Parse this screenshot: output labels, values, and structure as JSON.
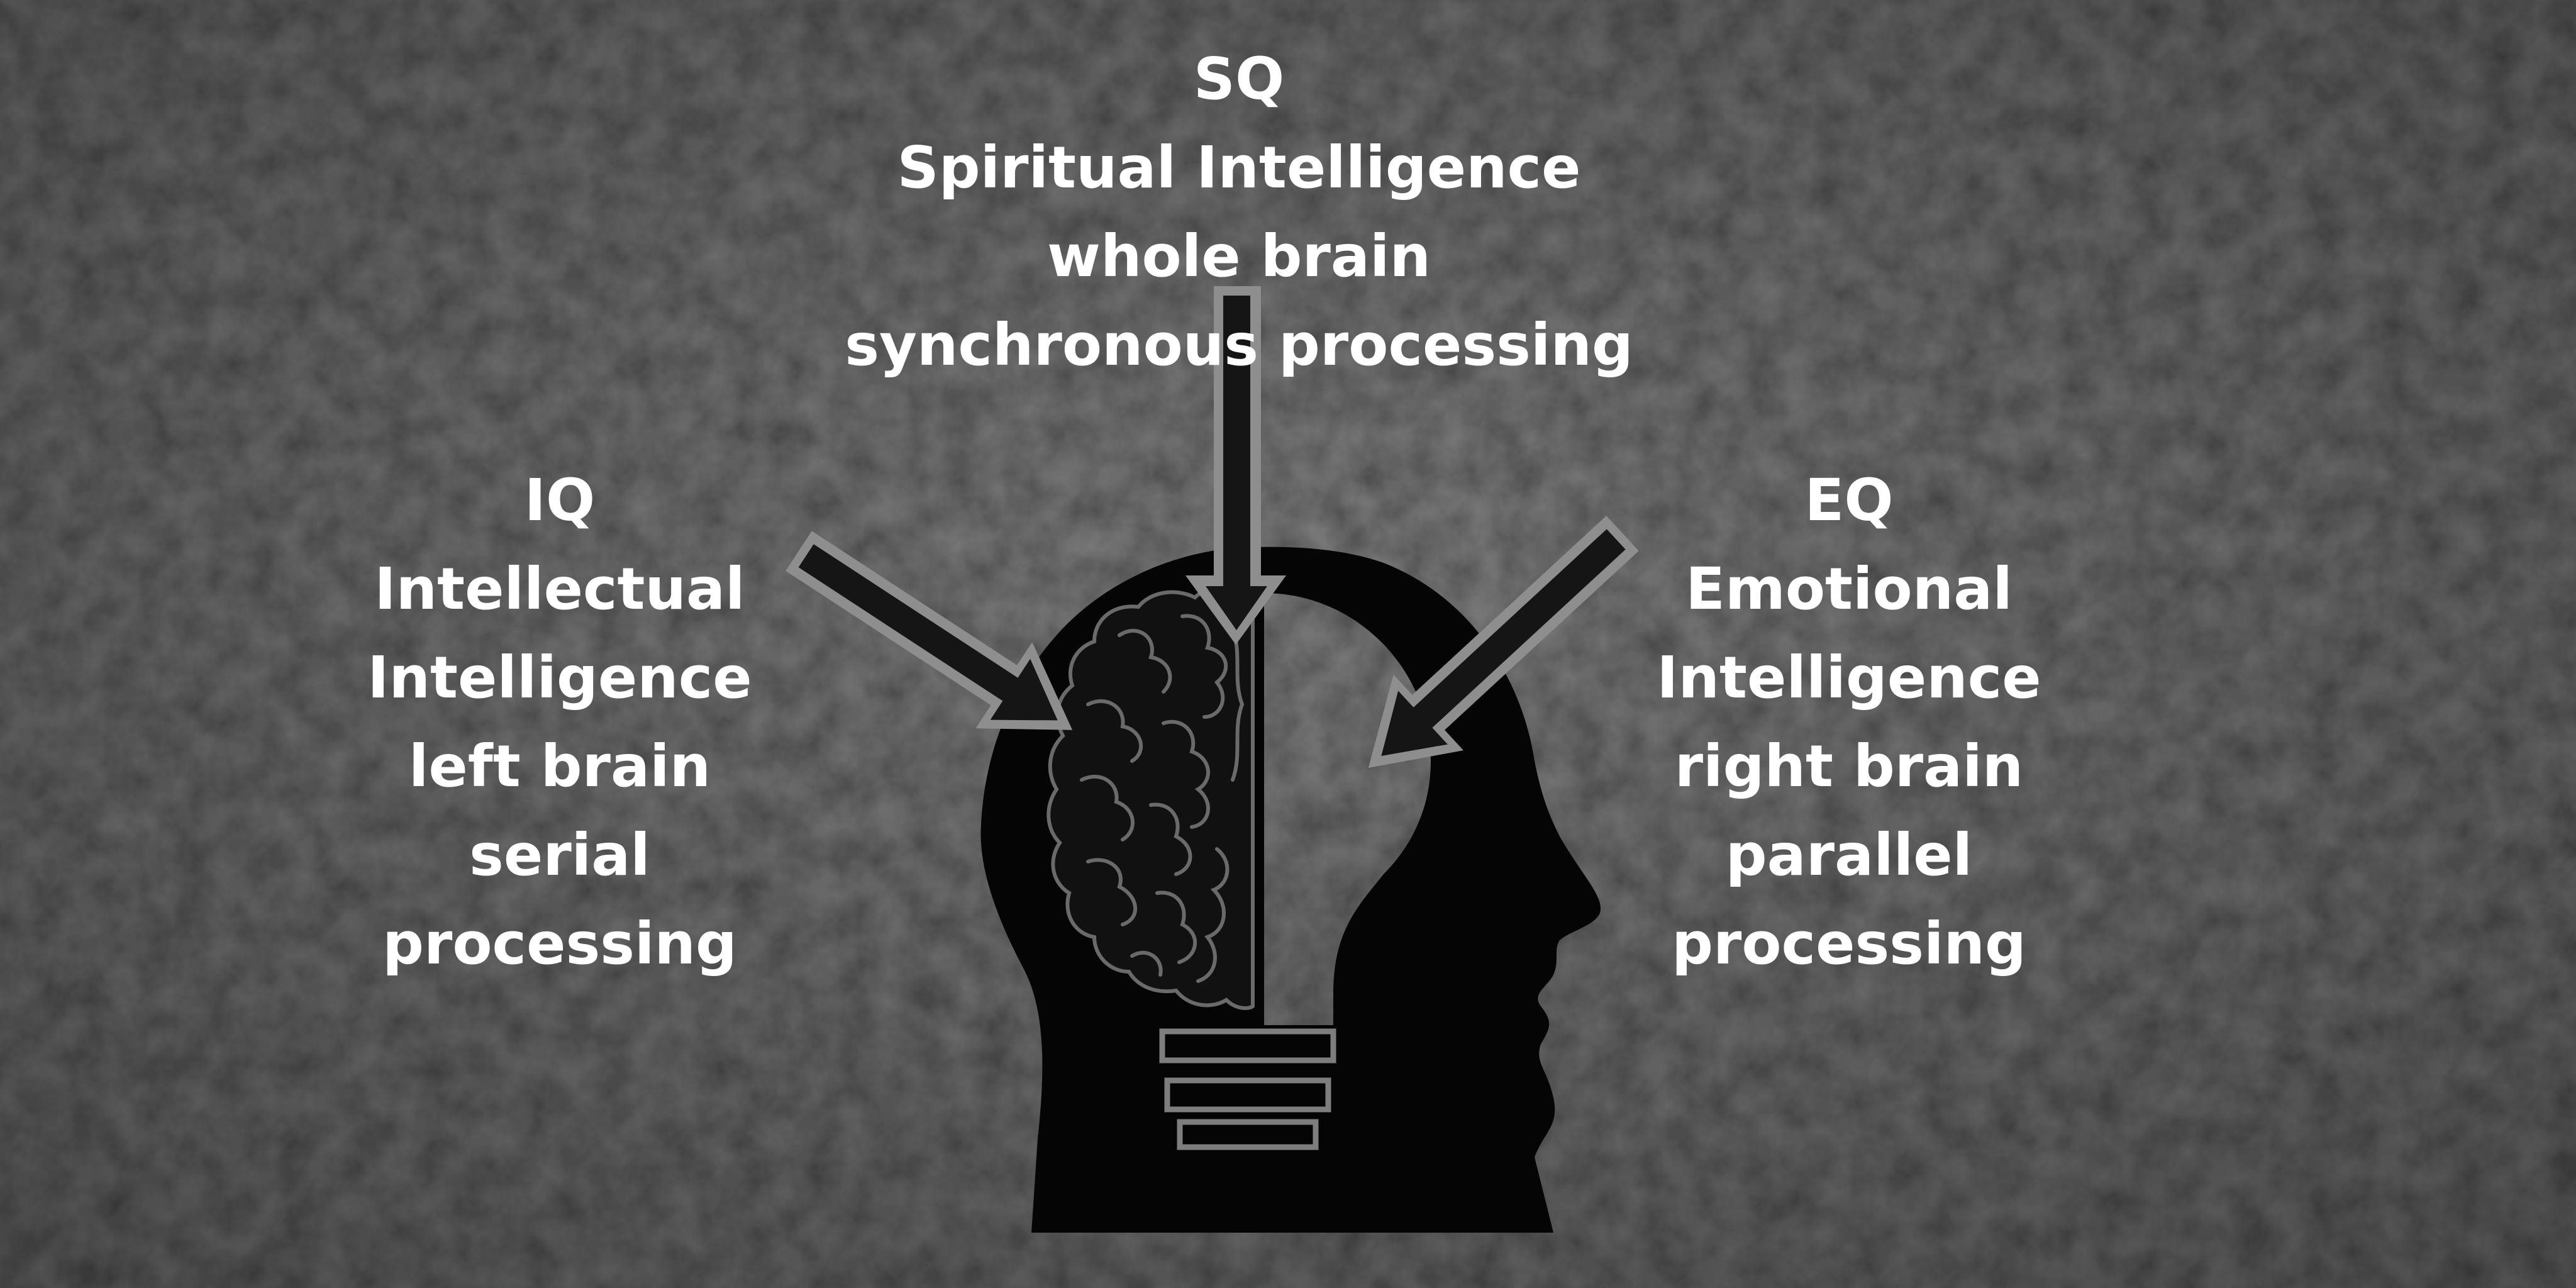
{
  "colors": {
    "background": "#4a4a4a",
    "silhouette": "#050505",
    "arrow_outline": "#8e8e8e",
    "brain_lines": "#6a6a6a",
    "text": "#ffffff"
  },
  "labels": {
    "sq": {
      "code": "SQ",
      "name": "Spiritual Intelligence",
      "region": "whole brain",
      "mode": "synchronous processing"
    },
    "iq": {
      "code": "IQ",
      "name_line1": "Intellectual",
      "name_line2": "Intelligence",
      "region": "left brain",
      "mode_line1": "serial",
      "mode_line2": "processing"
    },
    "eq": {
      "code": "EQ",
      "name_line1": "Emotional",
      "name_line2": "Intelligence",
      "region": "right brain",
      "mode_line1": "parallel",
      "mode_line2": "processing"
    }
  },
  "icons": {
    "head": "head-with-lightbulb-icon",
    "brain": "brain-icon",
    "arrows": [
      "arrow-down-icon",
      "arrow-down-right-icon",
      "arrow-down-left-icon"
    ]
  }
}
